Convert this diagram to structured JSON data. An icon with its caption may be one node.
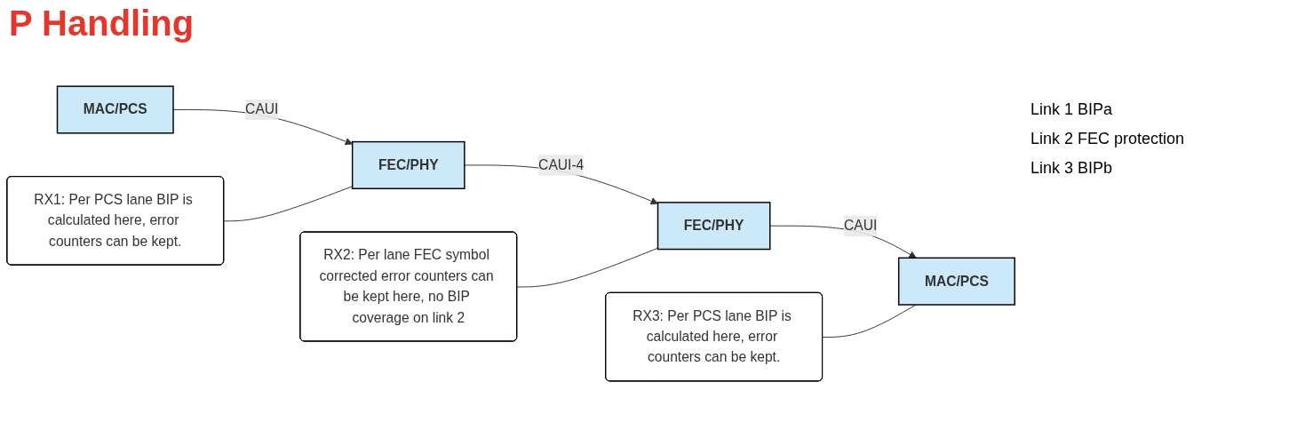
{
  "diagram": {
    "title": "P Handling",
    "nodes": [
      {
        "text": [
          "MAC/PCS"
        ]
      },
      {
        "text": [
          "FEC/PHY"
        ]
      },
      {
        "text": [
          "FEC/PHY"
        ]
      },
      {
        "text": [
          "MAC/PCS"
        ]
      },
      {
        "text": [
          "RX1: Per PCS lane BIP is calculated here, error counters can be kept."
        ]
      },
      {
        "text": [
          "RX2: Per lane FEC symbol corrected error counters can be kept here, no BIP coverage on link 2"
        ]
      },
      {
        "text": [
          "RX3: Per PCS lane BIP is calculated here, error counters can be kept."
        ]
      }
    ],
    "edges": [
      {
        "from": 0,
        "to": 1,
        "arrow": "to",
        "label": "CAUI"
      },
      {
        "from": 1,
        "to": 2,
        "arrow": "to",
        "label": "CAUI-4"
      },
      {
        "from": 2,
        "to": 3,
        "arrow": "to",
        "label": "CAUI"
      },
      {
        "from": 4,
        "to": 1,
        "arrow": "none"
      },
      {
        "from": 5,
        "to": 2,
        "arrow": "none"
      },
      {
        "from": 6,
        "to": 3,
        "arrow": "none"
      }
    ],
    "labels": [
      "Link 1 BIPa",
      "Link 2 FEC protection",
      "Link 3 BIPb"
    ]
  }
}
